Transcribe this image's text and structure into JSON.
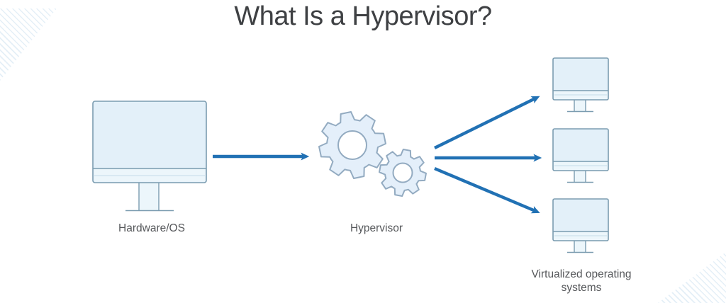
{
  "title": "What Is a Hypervisor?",
  "nodes": {
    "hardware": {
      "label": "Hardware/OS",
      "icon": "desktop-monitor-icon"
    },
    "hypervisor": {
      "label": "Hypervisor",
      "icon": "gears-icon"
    },
    "virtualized": {
      "label": "Virtualized operating systems",
      "icon": "desktop-monitor-icon",
      "instance_count": 3
    }
  },
  "edges": [
    {
      "from": "hardware",
      "to": "hypervisor"
    },
    {
      "from": "hypervisor",
      "to": "virtualized-1"
    },
    {
      "from": "hypervisor",
      "to": "virtualized-2"
    },
    {
      "from": "hypervisor",
      "to": "virtualized-3"
    }
  ],
  "colors": {
    "arrow": "#2171b4",
    "monitor_fill": "#e3f0f9",
    "monitor_chin": "#ecf6fb",
    "monitor_stroke": "#7b9cb0",
    "gear_fill": "#e4effa",
    "gear_stroke": "#93abc1",
    "title_color": "#3e4043",
    "label_color": "#55575a"
  }
}
